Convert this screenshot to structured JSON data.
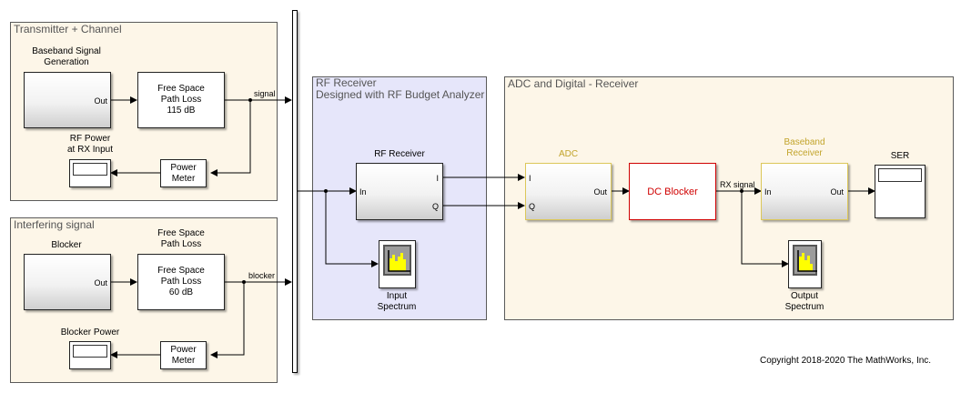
{
  "areas": {
    "tx": {
      "title": "Transmitter + Channel"
    },
    "intf": {
      "title": "Interfering signal"
    },
    "rf": {
      "title": "RF Receiver\nDesigned with RF Budget Analyzer"
    },
    "adc": {
      "title": "ADC and Digital - Receiver"
    }
  },
  "blocks": {
    "baseband_gen": {
      "label": "Baseband Signal\nGeneration",
      "out_port": "Out"
    },
    "fspl_tx": {
      "text": "Free Space\nPath Loss\n115 dB"
    },
    "rf_power_display": {
      "label": "RF Power\nat RX Input"
    },
    "power_meter_tx": {
      "text": "Power\nMeter"
    },
    "blocker": {
      "label": "Blocker",
      "out_port": "Out"
    },
    "fspl_intf": {
      "label": "Free Space\nPath Loss",
      "text": "Free Space\nPath Loss\n60 dB"
    },
    "blocker_power_display": {
      "label": "Blocker Power"
    },
    "power_meter_intf": {
      "text": "Power\nMeter"
    },
    "rf_receiver": {
      "label": "RF Receiver",
      "in_port": "In",
      "out_port_i": "I",
      "out_port_q": "Q"
    },
    "input_spectrum": {
      "label": "Input\nSpectrum"
    },
    "adc": {
      "label": "ADC",
      "in_port_i": "I",
      "in_port_q": "Q",
      "out_port": "Out"
    },
    "dc_blocker": {
      "text": "DC Blocker"
    },
    "baseband_receiver": {
      "label": "Baseband\nReceiver",
      "in_port": "In",
      "out_port": "Out"
    },
    "ser": {
      "label": "SER"
    },
    "output_spectrum": {
      "label": "Output\nSpectrum"
    }
  },
  "signals": {
    "signal": "signal",
    "blocker": "blocker",
    "rx_signal": "RX signal"
  },
  "colors": {
    "area_tan": "#fdf6e8",
    "area_blue": "#e6e6fa",
    "gold_border": "#dcc759",
    "gold_label": "#c2a42b",
    "dc_blocker_red": "#d00000",
    "scope_yellow": "#ffff00"
  },
  "copyright": "Copyright 2018-2020 The MathWorks, Inc."
}
